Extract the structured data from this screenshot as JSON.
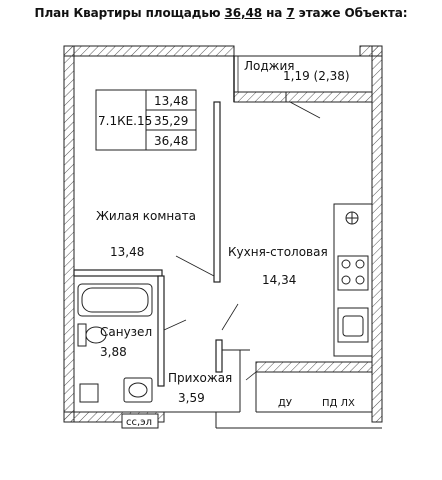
{
  "header": {
    "prefix": "План Квартиры площадью ",
    "area": "36,48",
    "middle": " на ",
    "floor": "7",
    "suffix": " этаже Объекта:"
  },
  "info_box": {
    "code": "7.1КЕ.15",
    "values": [
      "13,48",
      "35,29",
      "36,48"
    ]
  },
  "rooms": {
    "loggia": {
      "name": "Лоджия",
      "area": "1,19 (2,38)"
    },
    "living": {
      "name": "Жилая комната",
      "area": "13,48"
    },
    "kitchen": {
      "name": "Кухня-столовая",
      "area": "14,34"
    },
    "bathroom": {
      "name": "Санузел",
      "area": "3,88"
    },
    "hall": {
      "name": "Прихожая",
      "area": "3,59"
    }
  },
  "tags": {
    "du": "ДУ",
    "pd_lh": "ПД ЛХ",
    "ss_el": "сс,эл"
  }
}
